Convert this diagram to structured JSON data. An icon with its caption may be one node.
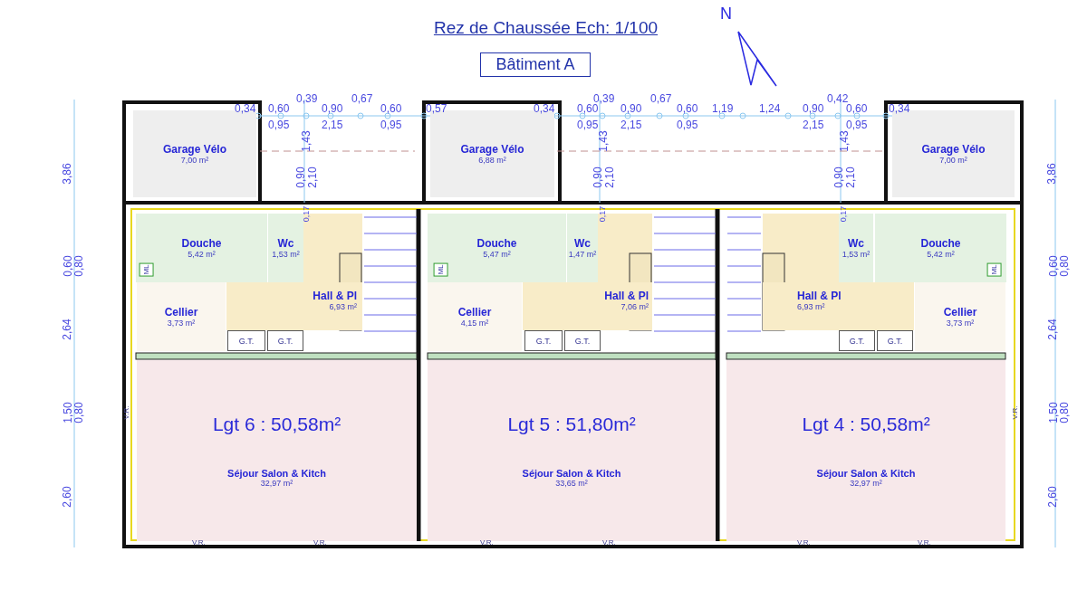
{
  "diagram": {
    "title": "Rez de Chaussée Ech: 1/100",
    "nodes": [
      {
        "text": [
          "Bâtiment A"
        ]
      },
      {
        "text": [
          "Garage Vélo",
          "7,00 m²"
        ]
      },
      {
        "text": [
          "Garage Vélo",
          "6,88 m²"
        ]
      },
      {
        "text": [
          "Garage Vélo",
          "7,00 m²"
        ]
      },
      {
        "text": [
          "Douche",
          "5,42 m²"
        ]
      },
      {
        "text": [
          "Wc",
          "1,53 m²"
        ]
      },
      {
        "text": [
          "Hall & Pl",
          "6,93 m²"
        ]
      },
      {
        "text": [
          "Cellier",
          "3,73 m²"
        ]
      },
      {
        "text": [
          "G.T."
        ]
      },
      {
        "text": [
          "G.T."
        ]
      },
      {
        "text": [
          "Lgt 6 : 50,58m²",
          "Séjour Salon & Kitch",
          "32,97 m²"
        ]
      },
      {
        "text": [
          "Douche",
          "5,47 m²"
        ]
      },
      {
        "text": [
          "Wc",
          "1,47 m²"
        ]
      },
      {
        "text": [
          "Hall & Pl",
          "7,06 m²"
        ]
      },
      {
        "text": [
          "Cellier",
          "4,15 m²"
        ]
      },
      {
        "text": [
          "G.T."
        ]
      },
      {
        "text": [
          "G.T."
        ]
      },
      {
        "text": [
          "Lgt 5 : 51,80m²",
          "Séjour Salon & Kitch",
          "33,65 m²"
        ]
      },
      {
        "text": [
          "Wc",
          "1,53 m²"
        ]
      },
      {
        "text": [
          "Douche",
          "5,42 m²"
        ]
      },
      {
        "text": [
          "Hall & Pl",
          "6,93 m²"
        ]
      },
      {
        "text": [
          "Cellier",
          "3,73 m²"
        ]
      },
      {
        "text": [
          "G.T."
        ]
      },
      {
        "text": [
          "G.T."
        ]
      },
      {
        "text": [
          "Lgt 4 : 50,58m²",
          "Séjour Salon & Kitch",
          "32,97 m²"
        ]
      }
    ],
    "labels": [
      "N",
      "0,34",
      "0,39",
      "0,60",
      "0,95",
      "0,90",
      "2,15",
      "0,67",
      "0,60",
      "0,95",
      "0,57",
      "1,43",
      "0,90",
      "2,10",
      "0,17",
      "0,34",
      "0,39",
      "0,60",
      "0,95",
      "0,90",
      "2,15",
      "0,67",
      "0,60",
      "0,95",
      "1,19",
      "1,24",
      "0,90",
      "2,15",
      "0,42",
      "0,60",
      "0,95",
      "0,34",
      "1,43",
      "0,90",
      "2,10",
      "0,17",
      "1,43",
      "0,90",
      "2,10",
      "0,17",
      "3,86",
      "0,60",
      "0,80",
      "2,64",
      "1,50",
      "0,80",
      "2,60",
      "3,86",
      "0,60",
      "0,80",
      "2,64",
      "1,50",
      "0,80",
      "2,60",
      "ML",
      "ML",
      "ML",
      "V.R.",
      "V.R.",
      "V.R.",
      "V.R.",
      "V.R.",
      "V.R.",
      "V.R.",
      "V.R."
    ]
  }
}
